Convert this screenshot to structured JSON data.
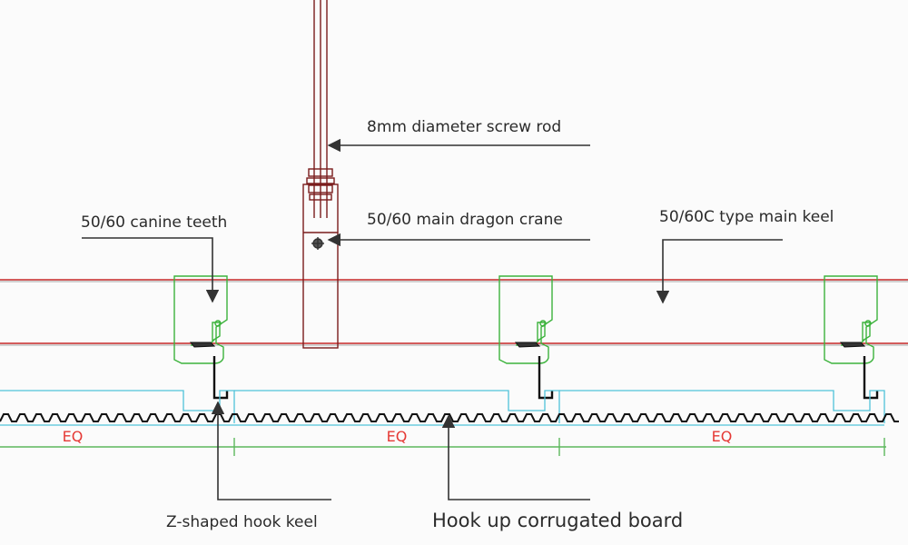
{
  "labels": {
    "screw_rod": "8mm diameter screw rod",
    "main_crane": "50/60 main dragon crane",
    "canine_teeth": "50/60 canine teeth",
    "main_keel": "50/60C type main keel",
    "z_hook_keel": "Z-shaped hook keel",
    "corrugated_board": "Hook up corrugated board"
  },
  "eq_labels": [
    "EQ",
    "EQ",
    "EQ"
  ],
  "colors": {
    "rod": "#7a1c1c",
    "main_keel": "#c62828",
    "hook_outline": "#3cb33c",
    "dimension_line": "#5cb85c",
    "board_outline": "#4fc3d9",
    "corrugated": "#111111",
    "leader_line": "#333333",
    "eq_text": "#e53935"
  }
}
